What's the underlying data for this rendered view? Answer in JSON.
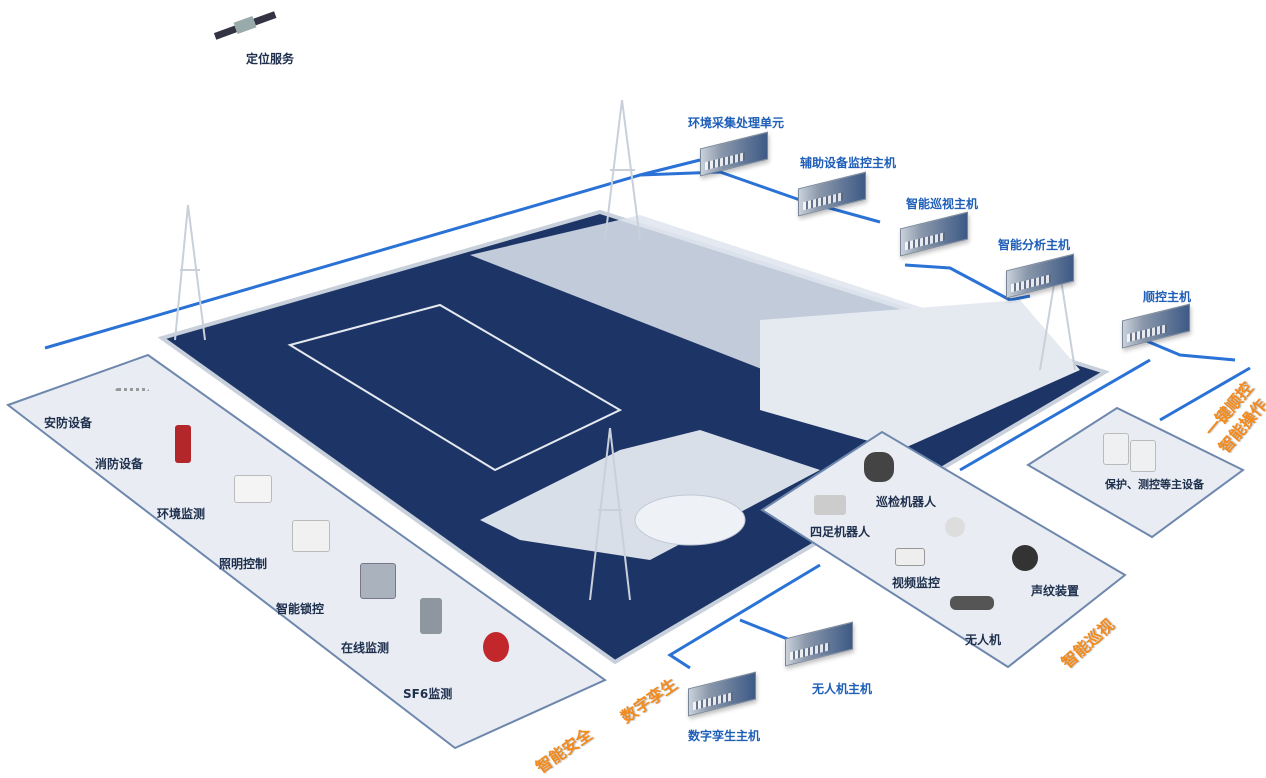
{
  "satellite": {
    "label": "定位服务",
    "icon": "satellite-icon"
  },
  "hosts": [
    {
      "id": "env-unit",
      "label": "环境采集处理单元"
    },
    {
      "id": "aux-monitor",
      "label": "辅助设备监控主机"
    },
    {
      "id": "patrol-host",
      "label": "智能巡视主机"
    },
    {
      "id": "analysis-host",
      "label": "智能分析主机"
    },
    {
      "id": "sequence-host",
      "label": "顺控主机"
    },
    {
      "id": "uav-host",
      "label": "无人机主机"
    },
    {
      "id": "twin-host",
      "label": "数字孪生主机"
    }
  ],
  "security_panel": {
    "items": [
      "安防设备",
      "消防设备",
      "环境监测",
      "照明控制",
      "智能锁控",
      "在线监测",
      "SF6监测"
    ]
  },
  "patrol_panel": {
    "items": [
      "巡检机器人",
      "四足机器人",
      "视频监控",
      "声纹装置",
      "无人机"
    ]
  },
  "protection_panel": {
    "label": "保护、测控等主设备"
  },
  "captions": {
    "one_key": "一键顺控",
    "smart_op": "智能操作",
    "smart_patrol": "智能巡视",
    "digital_twin": "数字孪生",
    "smart_safety": "智能安全"
  },
  "colors": {
    "link": "#2a72d6",
    "ground": "#1d3566",
    "panel": "#e9edf3",
    "accent": "#f28a1c"
  }
}
